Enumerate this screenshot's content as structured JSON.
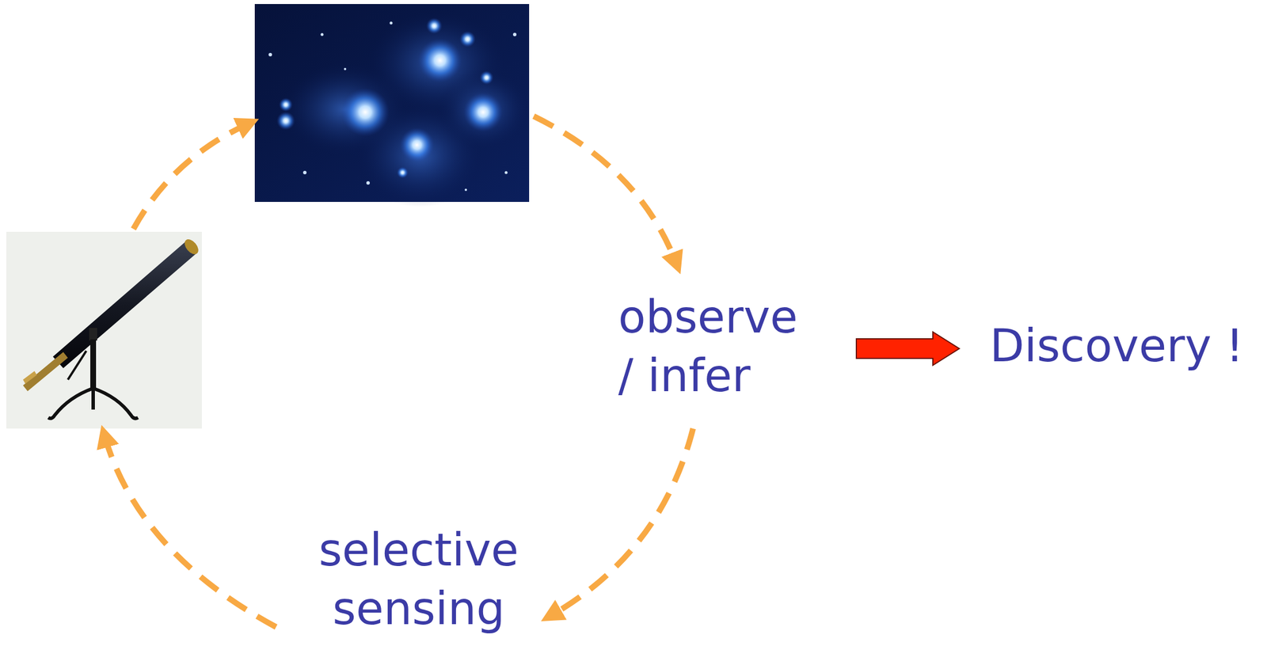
{
  "diagram": {
    "labels": [
      "observe / infer",
      "selective sensing",
      "Discovery !"
    ]
  }
}
